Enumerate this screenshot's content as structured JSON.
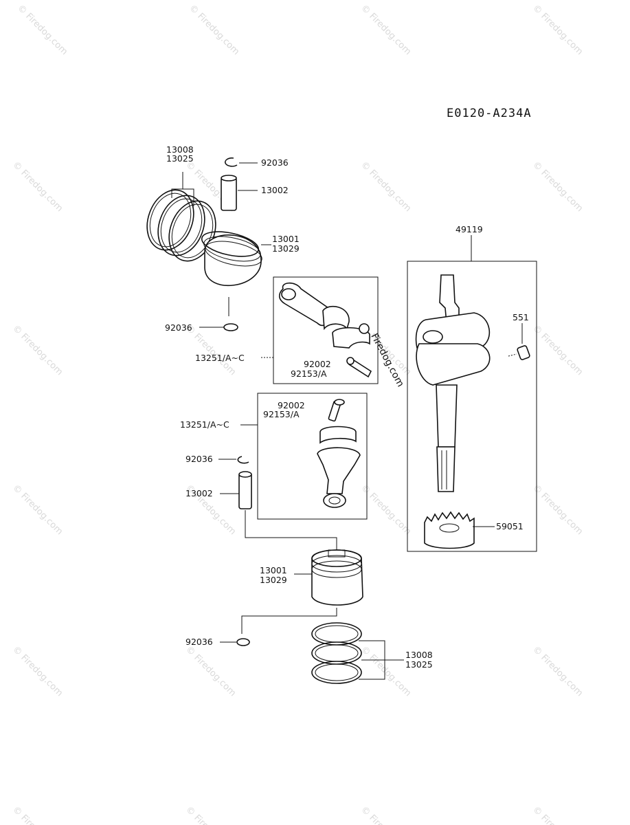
{
  "diagram_code": "E0120-A234A",
  "watermark": "© Firedog.com",
  "stamp": "Firedog.com",
  "labels": {
    "piston_ring_top": [
      "13008",
      "13025"
    ],
    "snap_ring_top": "92036",
    "piston_pin_top": "13002",
    "piston_top": [
      "13001",
      "13029"
    ],
    "snap_ring_top_lower": "92036",
    "conrod_top": "13251/A~C",
    "bolt_top": [
      "92002",
      "92153/A"
    ],
    "crankshaft": "49119",
    "pin_551": "551",
    "bolt_bottom": [
      "92002",
      "92153/A"
    ],
    "conrod_bottom": "13251/A~C",
    "snap_ring_bottom": "92036",
    "piston_pin_bottom": "13002",
    "gear": "59051",
    "piston_bottom": [
      "13001",
      "13029"
    ],
    "snap_ring_bottom_lower": "92036",
    "piston_ring_bottom": [
      "13008",
      "13025"
    ]
  }
}
